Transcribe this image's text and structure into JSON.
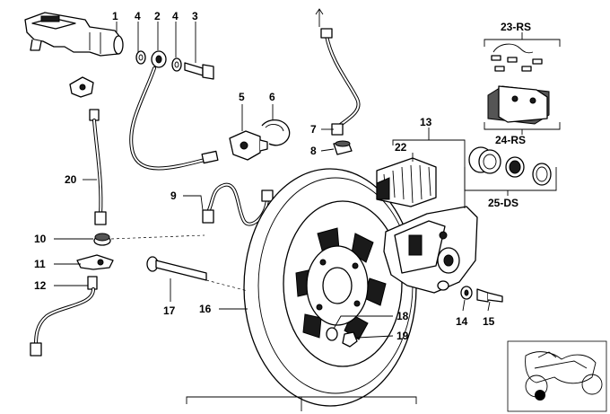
{
  "callouts": {
    "c1": "1",
    "c2": "2",
    "c3": "3",
    "c4a": "4",
    "c4b": "4",
    "c5": "5",
    "c6": "6",
    "c7": "7",
    "c8": "8",
    "c9": "9",
    "c10": "10",
    "c11": "11",
    "c12": "12",
    "c13": "13",
    "c14": "14",
    "c15": "15",
    "c16": "16",
    "c17": "17",
    "c18": "18",
    "c19": "19",
    "c20": "20",
    "c22": "22",
    "c23": "23-RS",
    "c24": "24-RS",
    "c25": "25-DS"
  }
}
